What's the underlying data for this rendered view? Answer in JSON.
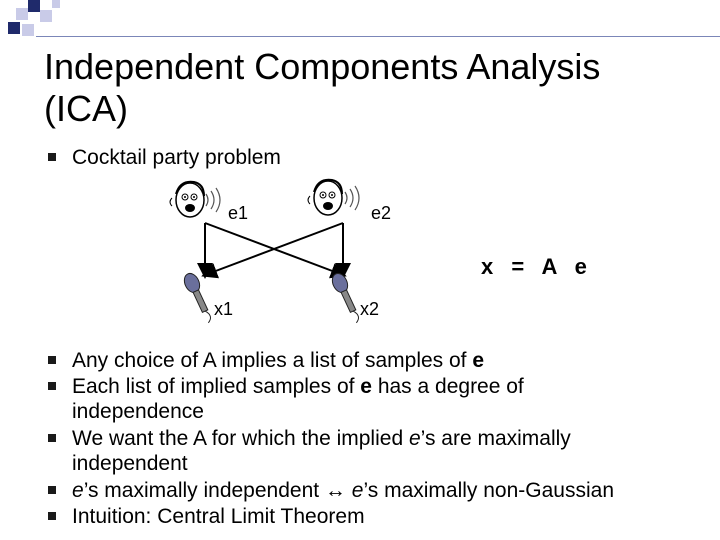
{
  "slide": {
    "title_line1": "Independent Components Analysis",
    "title_line2": "(ICA)",
    "intro_bullet": "Cocktail party problem",
    "diagram": {
      "e1_label": "e1",
      "e2_label": "e2",
      "x1_label": "x1",
      "x2_label": "x2",
      "equation": "x = A e"
    },
    "bullets": [
      [
        "Any choice of A implies a list of samples of ",
        "e",
        ""
      ],
      [
        "Each list of implied samples of ",
        "e",
        " has a degree of"
      ],
      [
        "independence"
      ],
      [
        "We want the A for which the implied ",
        "e",
        "’s are maximally"
      ],
      [
        "independent"
      ],
      [
        "",
        "e",
        "’s maximally independent ↔ ",
        "e",
        "’s maximally non-Gaussian"
      ],
      [
        "Intuition: Central Limit Theorem"
      ]
    ]
  },
  "colors": {
    "accent_dark": "#1f2a6b",
    "accent_light": "#c9cbe8",
    "bullet": "#1a1a1a"
  },
  "icons": [
    "face-icon",
    "microphone-icon"
  ]
}
